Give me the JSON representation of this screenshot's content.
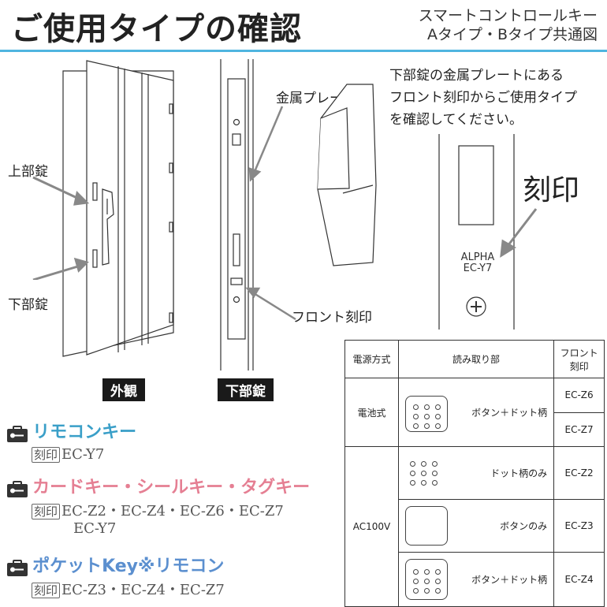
{
  "header": {
    "title": "ご使用タイプの確認",
    "subtitle_line1": "スマートコントロールキー",
    "subtitle_line2": "Aタイプ・Bタイプ共通図"
  },
  "left_figure": {
    "upper_lock_label": "上部錠",
    "lower_lock_label": "下部錠",
    "caption": "外観"
  },
  "middle_figure": {
    "plate_label": "金属プレート",
    "front_mark_label": "フロント刻印",
    "caption": "下部錠"
  },
  "instruction": {
    "line1": "下部錠の金属プレートにある",
    "line2": "フロント刻印からご使用タイプ",
    "line3": "を確認してください。"
  },
  "stamp": {
    "label": "刻印",
    "alpha": "ALPHA",
    "model": "EC-Y7"
  },
  "categories": [
    {
      "name": "リモコンキー",
      "color": "#3a9fc8",
      "code_prefix": "刻印",
      "codes_line1": "EC-Y7",
      "codes_line2": ""
    },
    {
      "name": "カードキー・シールキー・タグキー",
      "color": "#e57f93",
      "code_prefix": "刻印",
      "codes_line1": "EC-Z2・EC-Z4・EC-Z6・EC-Z7",
      "codes_line2": "EC-Y7"
    },
    {
      "name": "ポケットKey※リモコン",
      "color": "#5b8fcf",
      "code_prefix": "刻印",
      "codes_line1": "EC-Z3・EC-Z4・EC-Z7",
      "codes_line2": ""
    }
  ],
  "table": {
    "headers": {
      "power": "電源方式",
      "reader": "読み取り部",
      "front_line1": "フロント",
      "front_line2": "刻印"
    },
    "battery": "電池式",
    "ac": "AC100V",
    "rows": [
      {
        "reader_text": "ボタン＋ドット柄",
        "code": "EC-Z6"
      },
      {
        "code": "EC-Z7"
      },
      {
        "reader_text": "ドット柄のみ",
        "code": "EC-Z2"
      },
      {
        "reader_text": "ボタンのみ",
        "code": "EC-Z3"
      },
      {
        "reader_text": "ボタン＋ドット柄",
        "code": "EC-Z4"
      }
    ]
  }
}
